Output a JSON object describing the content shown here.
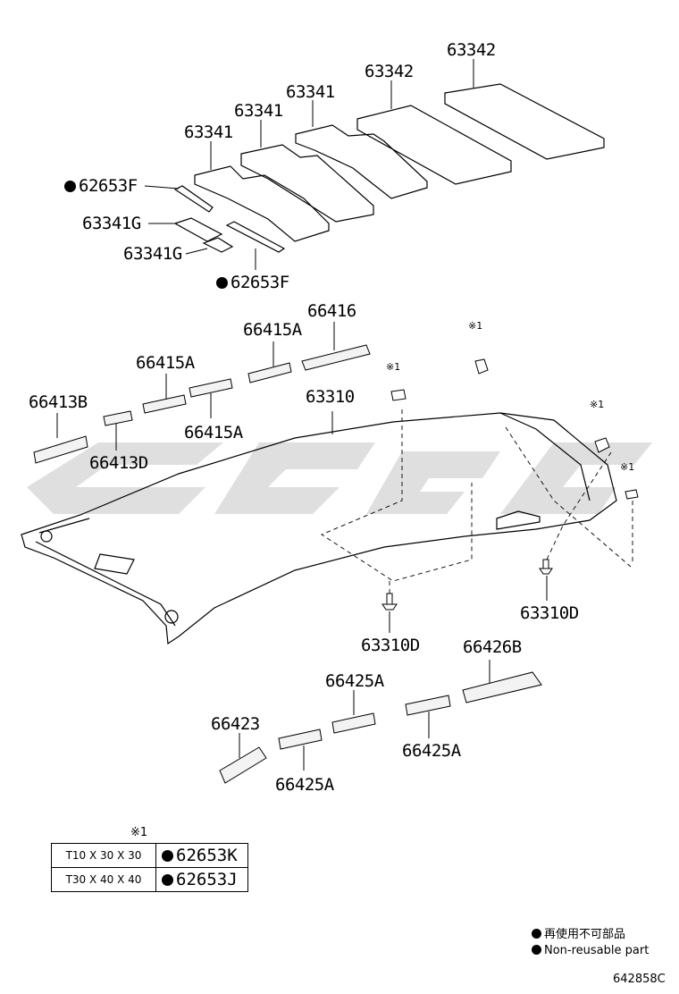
{
  "labels": {
    "p63342_a": "63342",
    "p63342_b": "63342",
    "p63341_a": "63341",
    "p63341_b": "63341",
    "p63341_c": "63341",
    "p62653F_a": "62653F",
    "p63341G_a": "63341G",
    "p63341G_b": "63341G",
    "p62653F_b": "62653F",
    "p66416": "66416",
    "p66415A_a": "66415A",
    "p66415A_b": "66415A",
    "p66415A_c": "66415A",
    "p66413B": "66413B",
    "p66413D": "66413D",
    "p63310": "63310",
    "p63310D_a": "63310D",
    "p63310D_b": "63310D",
    "p66425A_a": "66425A",
    "p66426B": "66426B",
    "p66423": "66423",
    "p66425A_b": "66425A",
    "p66425A_c": "66425A"
  },
  "note_mark": "※1",
  "spec_table": {
    "header": "※1",
    "rows": [
      {
        "size": "T10 X 30 X 30",
        "part": "62653K"
      },
      {
        "size": "T30 X 40 X 40",
        "part": "62653J"
      }
    ]
  },
  "legend": {
    "ja": "再使用不可部品",
    "en": "Non-reusable part"
  },
  "diagram_code": "642858C",
  "watermark_color": "#d9d9d9"
}
